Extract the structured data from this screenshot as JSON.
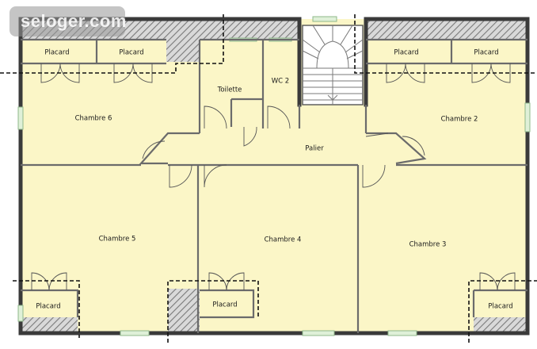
{
  "watermark": {
    "text": "seloger.com"
  },
  "colors": {
    "floor": "#fbf6c7",
    "wall": "#3a3a3a",
    "hatch": "#8a8a8a",
    "window": "#dff0d8"
  },
  "rooms": {
    "placard_tl1": "Placard",
    "placard_tl2": "Placard",
    "placard_tr1": "Placard",
    "placard_tr2": "Placard",
    "toilette": "Toilette",
    "wc2": "WC 2",
    "chambre6": "Chambre 6",
    "chambre2": "Chambre 2",
    "palier": "Palier",
    "chambre5": "Chambre 5",
    "chambre4": "Chambre 4",
    "chambre3": "Chambre 3",
    "placard_bl": "Placard",
    "placard_bm": "Placard",
    "placard_br": "Placard"
  }
}
